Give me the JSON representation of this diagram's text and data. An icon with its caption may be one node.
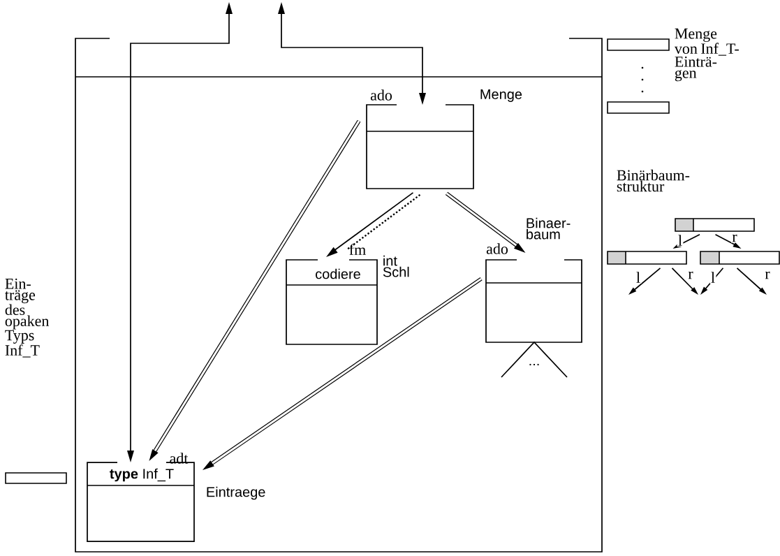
{
  "diagram": {
    "nodes": [
      {
        "text": [],
        "shape": "box"
      },
      {
        "text": [
          "ado"
        ],
        "beside": [
          "Menge"
        ],
        "in": 0
      },
      {
        "text": [
          "fm",
          "codiere"
        ],
        "beside": [
          "int Schl"
        ],
        "in": 0
      },
      {
        "text": [
          "ado"
        ],
        "beside": [
          "Binaer- baum"
        ],
        "in": 0
      },
      {
        "text": [
          "..."
        ],
        "in": 0
      },
      {
        "text": [
          "adt",
          "**type** Inf_T"
        ],
        "beside": [
          "Eintraege"
        ],
        "in": 0
      },
      {
        "text": [],
        "shape": "bar"
      },
      {
        "text": [],
        "shape": "bar"
      },
      {
        "text": [],
        "shape": "bar"
      },
      {
        "text": [],
        "shape": "bar"
      },
      {
        "text": [],
        "shape": "bar"
      },
      {
        "text": [],
        "shape": "bar"
      }
    ],
    "edges": [
      {
        "from": null,
        "to": 5,
        "arrow": "both"
      },
      {
        "from": null,
        "to": 1,
        "arrow": "both"
      },
      {
        "from": 1,
        "to": 5,
        "arrow": "to",
        "style": "thick"
      },
      {
        "from": 1,
        "to": 2,
        "arrow": "to"
      },
      {
        "from": 1,
        "to": 2,
        "arrow": "none",
        "style": "dashed"
      },
      {
        "from": 1,
        "to": 3,
        "arrow": "to",
        "style": "thick"
      },
      {
        "from": 3,
        "to": 5,
        "arrow": "to",
        "style": "thick"
      },
      {
        "from": 6,
        "to": 7,
        "arrow": "to",
        "label": "l"
      },
      {
        "from": 6,
        "to": 8,
        "arrow": "to",
        "label": "r"
      },
      {
        "from": 7,
        "to": null,
        "arrow": "to",
        "label": "l"
      },
      {
        "from": 7,
        "to": null,
        "arrow": "to",
        "label": "r"
      },
      {
        "from": 8,
        "to": null,
        "arrow": "to",
        "label": "l"
      },
      {
        "from": 8,
        "to": null,
        "arrow": "to",
        "label": "r"
      }
    ],
    "labels": [
      "Menge von Inf_T- Einträ- gen",
      "Binärbaum- struktur",
      "Ein- träge des opaken Typs Inf_T"
    ]
  }
}
